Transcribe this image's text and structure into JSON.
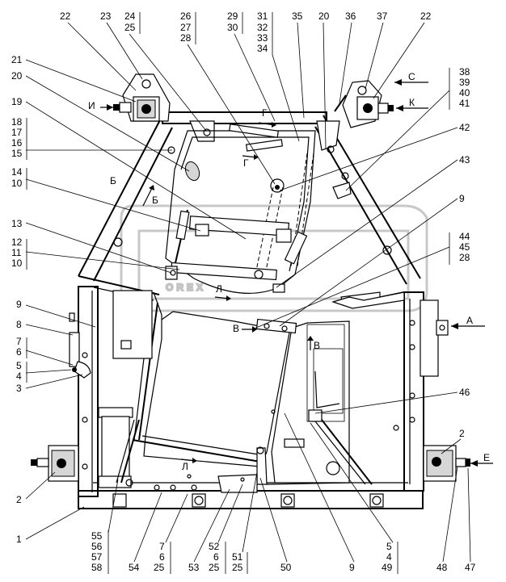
{
  "watermark": "OREX",
  "callouts": {
    "top": [
      "22",
      "23",
      "24",
      "25",
      "26",
      "27",
      "28",
      "29",
      "30",
      "31",
      "32",
      "33",
      "34",
      "35",
      "20",
      "36",
      "37",
      "22"
    ],
    "left": [
      "21",
      "20",
      "19",
      "18",
      "17",
      "16",
      "15",
      "14",
      "10",
      "13",
      "12",
      "11",
      "10",
      "9",
      "8",
      "7",
      "6",
      "5",
      "4",
      "3",
      "2",
      "1"
    ],
    "right": [
      "38",
      "39",
      "40",
      "41",
      "42",
      "43",
      "9",
      "44",
      "45",
      "28",
      "46",
      "2"
    ],
    "bottom": [
      "55",
      "56",
      "57",
      "58",
      "54",
      "7",
      "6",
      "25",
      "53",
      "52",
      "6",
      "25",
      "51",
      "25",
      "50",
      "9",
      "5",
      "4",
      "49",
      "48",
      "47"
    ]
  },
  "view_letters": {
    "and": "И",
    "ka": "К",
    "es": "С",
    "a": "А",
    "ye": "Е",
    "ge_top": "Г",
    "ge_mid": "Г",
    "be_1": "Б",
    "be_2": "Б",
    "el_1": "Л",
    "el_2": "Л",
    "ve_1": "В",
    "ve_2": "В"
  }
}
